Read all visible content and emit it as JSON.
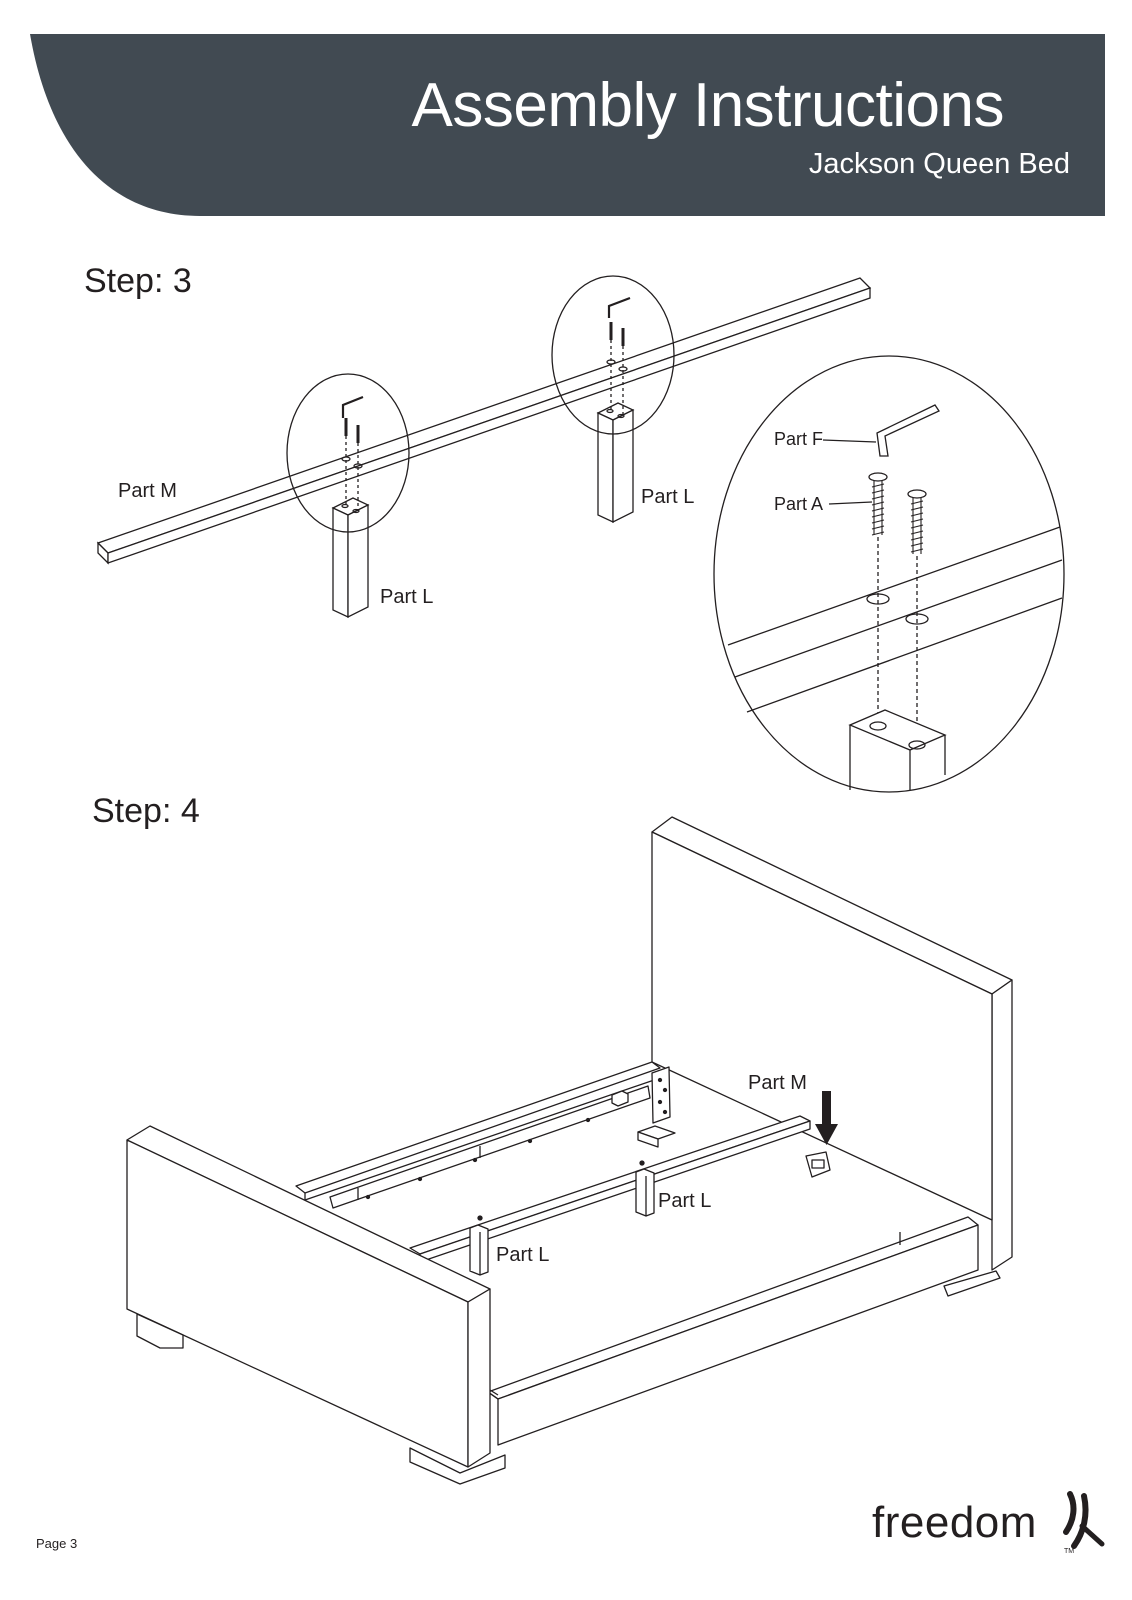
{
  "header": {
    "title": "Assembly Instructions",
    "subtitle": "Jackson Queen Bed",
    "band_color": "#414a52"
  },
  "step3": {
    "label": "Step: 3",
    "part_m_label": "Part M",
    "part_l_left_label": "Part L",
    "part_l_right_label": "Part L",
    "detail": {
      "part_f_label": "Part F",
      "part_a_label": "Part A"
    }
  },
  "step4": {
    "label": "Step: 4",
    "part_m_label": "Part M",
    "part_l_right_label": "Part L",
    "part_l_left_label": "Part L"
  },
  "footer": {
    "page_label": "Page 3",
    "logo_text": "freedom",
    "logo_tm": "TM"
  }
}
